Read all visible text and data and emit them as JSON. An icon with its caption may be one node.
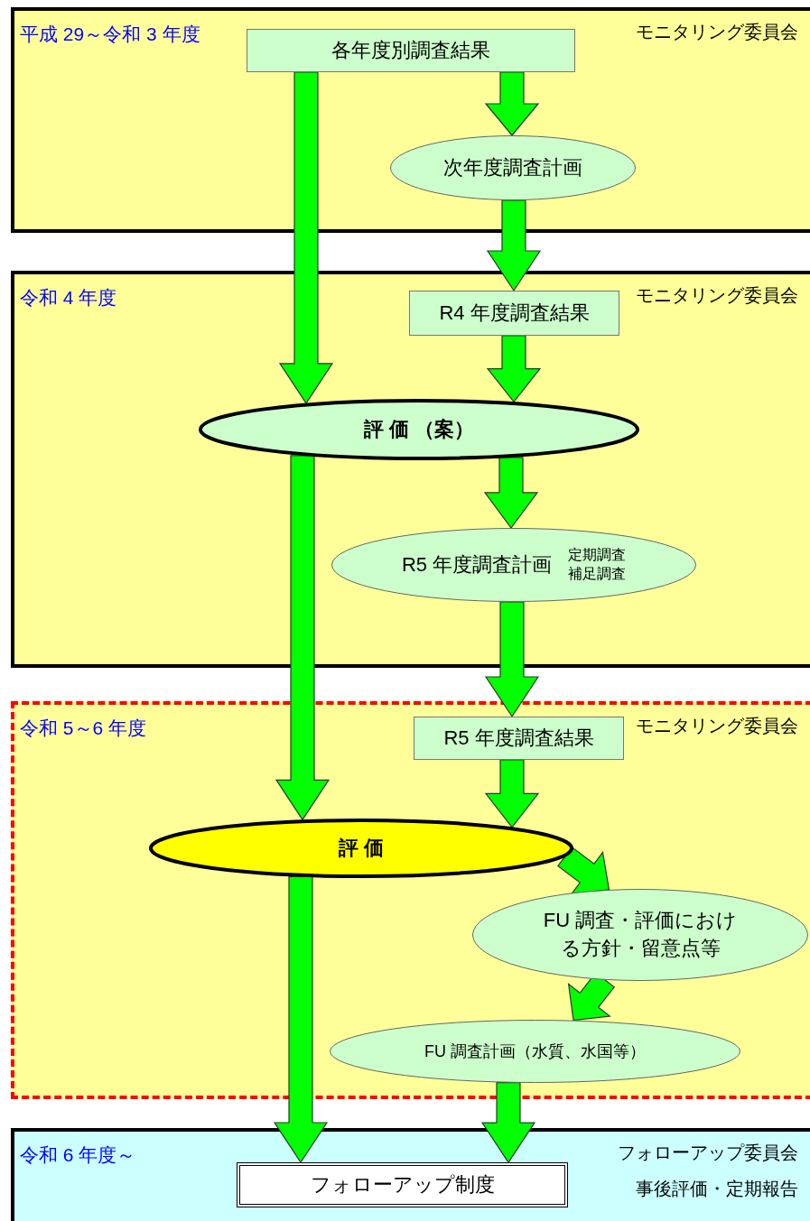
{
  "diagram": {
    "nodes": [
      {
        "text": [
          "平成 29～令和 3 年度",
          "モニタリング委員会"
        ]
      },
      {
        "text": [
          "各年度別調査結果"
        ],
        "in": 0
      },
      {
        "text": [
          "次年度調査計画"
        ],
        "in": 0
      },
      {
        "text": [
          "令和 4 年度",
          "モニタリング委員会"
        ]
      },
      {
        "text": [
          "R4 年度調査結果"
        ],
        "in": 3
      },
      {
        "text": [
          "評 価 （案）"
        ],
        "in": 3
      },
      {
        "text": [
          "R5 年度調査計画",
          "定期調査",
          "補足調査"
        ],
        "in": 3
      },
      {
        "text": [
          "令和 5～6 年度",
          "モニタリング委員会"
        ]
      },
      {
        "text": [
          "R5 年度調査結果"
        ],
        "in": 7
      },
      {
        "text": [
          "評 価"
        ],
        "in": 7
      },
      {
        "text": [
          "FU 調査・評価における方針・留意点等"
        ],
        "in": 7
      },
      {
        "text": [
          "FU 調査計画（水質、水国等）"
        ],
        "in": 7
      },
      {
        "text": [
          "令和 6 年度～",
          "フォローアップ委員会",
          "事後評価・定期報告"
        ]
      },
      {
        "text": [
          "フォローアップ制度"
        ],
        "in": 12
      }
    ],
    "edges": [
      {
        "from": 1,
        "to": 5,
        "arrow": "to"
      },
      {
        "from": 1,
        "to": 2,
        "arrow": "to"
      },
      {
        "from": 2,
        "to": 4,
        "arrow": "to"
      },
      {
        "from": 4,
        "to": 5,
        "arrow": "to"
      },
      {
        "from": 5,
        "to": 9,
        "arrow": "to"
      },
      {
        "from": 5,
        "to": 6,
        "arrow": "to"
      },
      {
        "from": 6,
        "to": 8,
        "arrow": "to"
      },
      {
        "from": 8,
        "to": 9,
        "arrow": "to"
      },
      {
        "from": 9,
        "to": 10,
        "arrow": "to"
      },
      {
        "from": 10,
        "to": 11,
        "arrow": "to"
      },
      {
        "from": 9,
        "to": 13,
        "arrow": "to"
      },
      {
        "from": 11,
        "to": 13,
        "arrow": "to"
      }
    ]
  }
}
